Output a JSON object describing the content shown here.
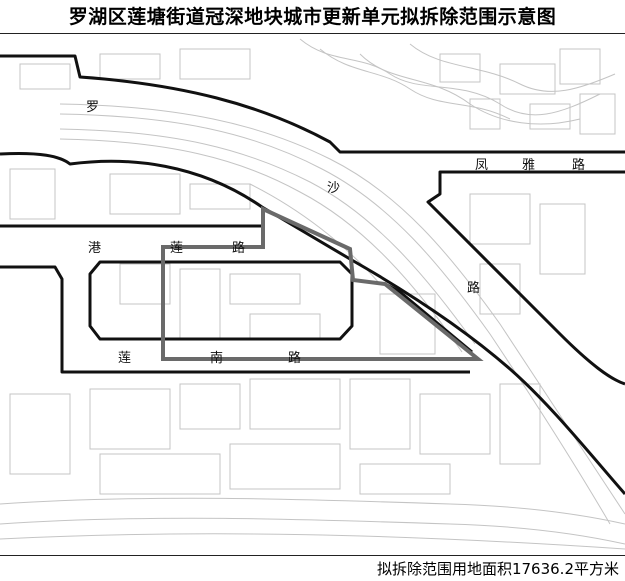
{
  "title": "罗湖区莲塘街道冠深地块城市更新单元拟拆除范围示意图",
  "footer": "拟拆除范围用地面积17636.2平方米",
  "road_labels": {
    "luo": "罗",
    "sha": "沙",
    "lu_luosha": "路",
    "feng": "凤",
    "ya": "雅",
    "lu_fengya": "路",
    "gang": "港",
    "lian_gang": "莲",
    "lu_gang": "路",
    "lian_nan": "莲",
    "nan": "南",
    "lu_nan": "路"
  },
  "colors": {
    "road_outline": "#111111",
    "demolition_boundary": "#666666",
    "building_lines": "#bfbfbf",
    "background": "#ffffff"
  }
}
